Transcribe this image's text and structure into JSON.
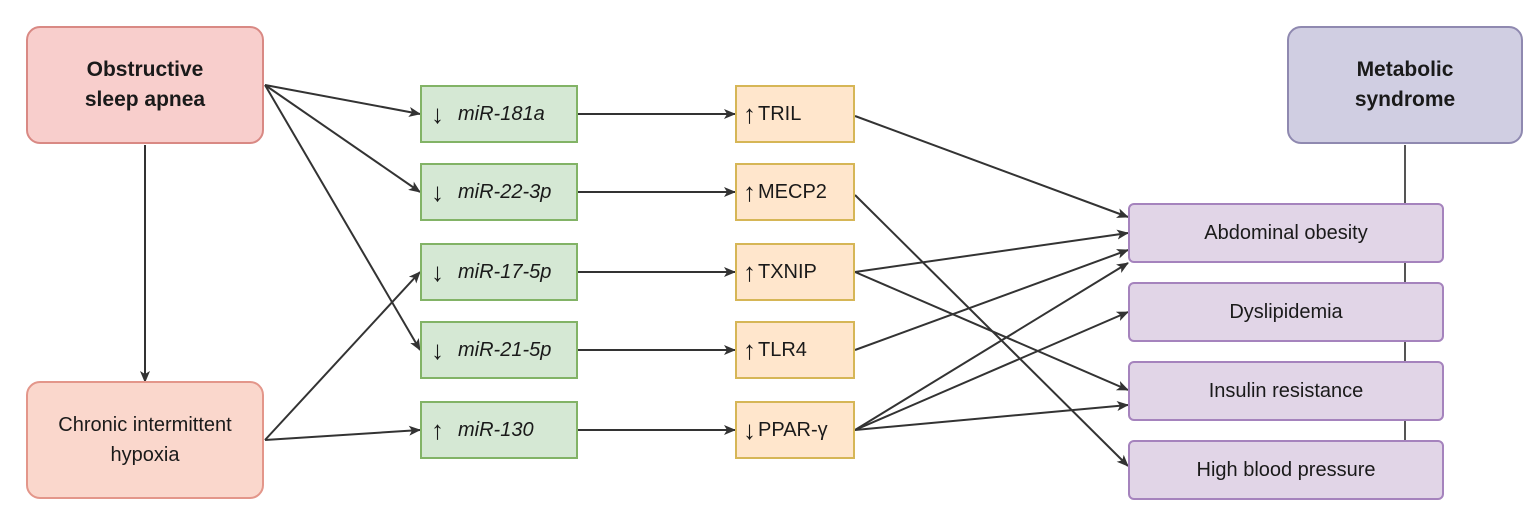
{
  "sources": {
    "osa": "Obstructive\nsleep apnea",
    "cih": "Chronic intermittent\nhypoxia"
  },
  "metabolic_syndrome": "Metabolic\nsyndrome",
  "mirnas": [
    {
      "name": "miR-181a",
      "direction": "↓"
    },
    {
      "name": "miR-22-3p",
      "direction": "↓"
    },
    {
      "name": "miR-17-5p",
      "direction": "↓"
    },
    {
      "name": "miR-21-5p",
      "direction": "↓"
    },
    {
      "name": "miR-130",
      "direction": "↑"
    }
  ],
  "genes": [
    {
      "name": "TRIL",
      "direction": "↑"
    },
    {
      "name": "MECP2",
      "direction": "↑"
    },
    {
      "name": "TXNIP",
      "direction": "↑"
    },
    {
      "name": "TLR4",
      "direction": "↑"
    },
    {
      "name": "PPAR-γ",
      "direction": "↓"
    }
  ],
  "components": [
    "Abdominal obesity",
    "Dyslipidemia",
    "Insulin resistance",
    "High blood pressure"
  ],
  "colors": {
    "source_fill": "#f8cecc",
    "mirna_fill": "#d5e8d4",
    "gene_fill": "#ffe6cc",
    "component_fill": "#e1d5e7",
    "syndrome_fill": "#d0cee2",
    "arrow": "#333333"
  }
}
